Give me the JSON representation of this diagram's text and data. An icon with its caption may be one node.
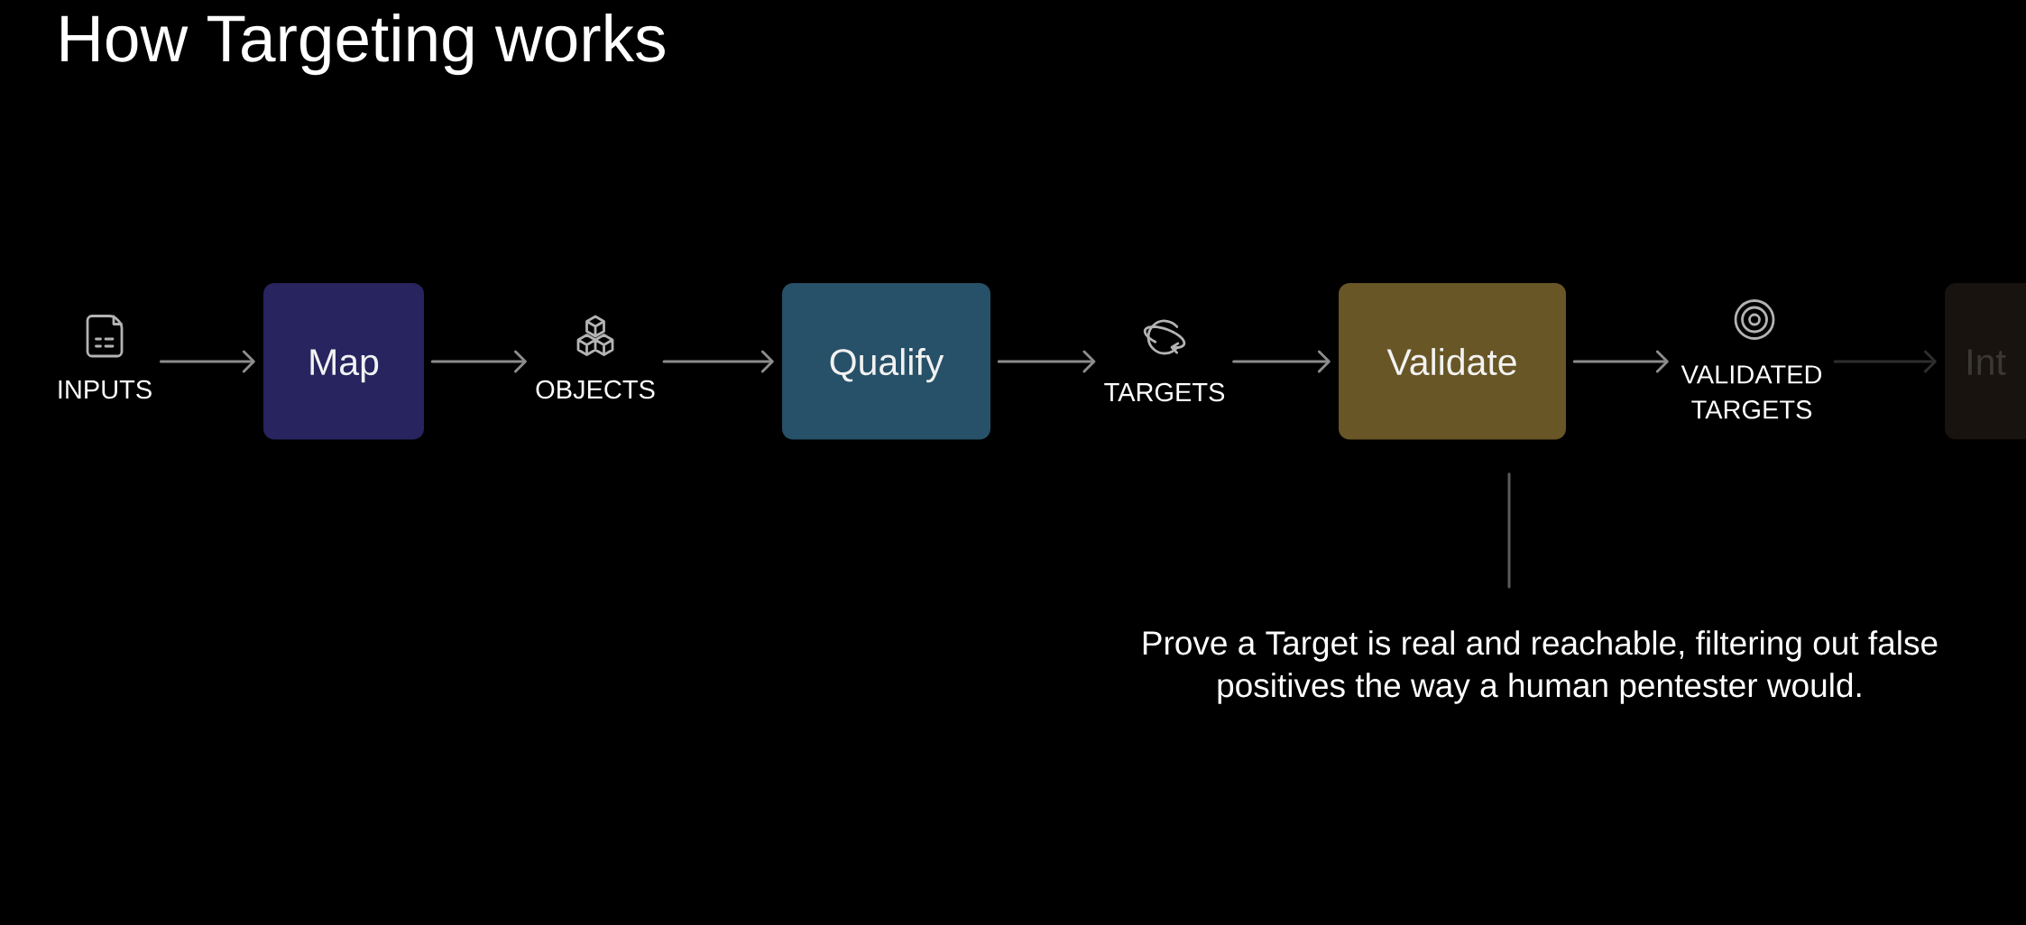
{
  "diagram": {
    "title": "How Targeting works",
    "nodes": [
      {
        "text": [
          "INPUTS"
        ]
      },
      {
        "text": [
          "Map"
        ]
      },
      {
        "text": [
          "OBJECTS"
        ]
      },
      {
        "text": [
          "Qualify"
        ]
      },
      {
        "text": [
          "TARGETS"
        ]
      },
      {
        "text": [
          "Validate"
        ]
      },
      {
        "text": [
          "VALIDATED TARGETS"
        ]
      },
      {
        "text": [
          "Int"
        ]
      },
      {
        "text": [
          "Prove a Target is real and reachable, filtering out false positives the way a human pentester would."
        ]
      }
    ],
    "edges": [
      {
        "from": 0,
        "to": 1,
        "arrow": "to"
      },
      {
        "from": 1,
        "to": 2,
        "arrow": "to"
      },
      {
        "from": 2,
        "to": 3,
        "arrow": "to"
      },
      {
        "from": 3,
        "to": 4,
        "arrow": "to"
      },
      {
        "from": 4,
        "to": 5,
        "arrow": "to"
      },
      {
        "from": 5,
        "to": 6,
        "arrow": "to"
      },
      {
        "from": 6,
        "to": 7,
        "arrow": "to",
        "color": "#2e2e2e"
      },
      {
        "from": 5,
        "to": 8,
        "arrow": "none",
        "color": "#5a5a5a"
      }
    ]
  }
}
